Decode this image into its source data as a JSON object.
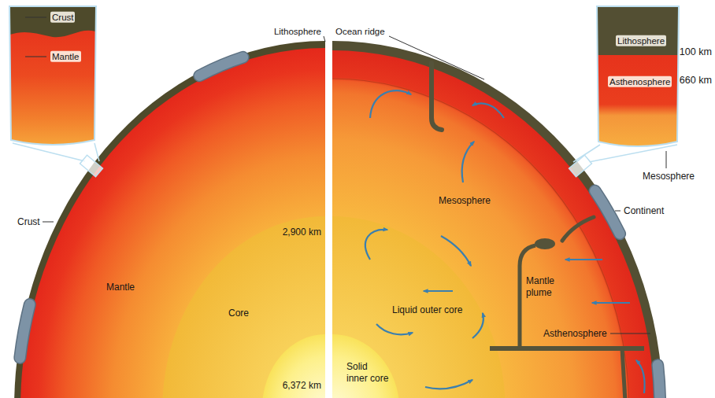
{
  "diagram": {
    "labels": [
      "Crust",
      "Mantle",
      "Lithosphere",
      "Ocean ridge",
      "Lithosphere",
      "Asthenosphere",
      "100 km",
      "660 km",
      "Mesosphere",
      "Mesosphere",
      "Continent",
      "Crust",
      "2,900 km",
      "Mantle",
      "Mantle plume",
      "Liquid outer core",
      "Core",
      "Asthenosphere",
      "Solid inner core",
      "6,372 km"
    ]
  }
}
